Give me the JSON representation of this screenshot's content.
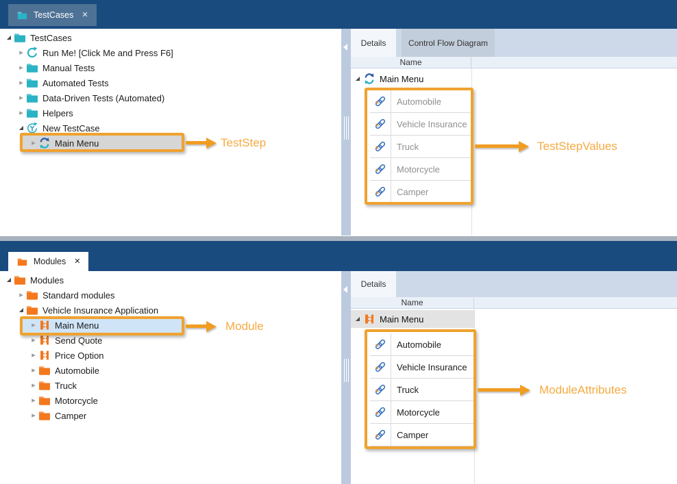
{
  "colors": {
    "title_bar": "#1A4B7F",
    "top_tab_bg": "#4E7296",
    "teal": "#2AB3C4",
    "orange": "#F4781E",
    "annotation": "#EFA230",
    "annotation_label": "#F6AA40",
    "selection_gray": "#D6D6D6",
    "selection_blue": "#CFE4F7",
    "link_blue": "#3A72BE"
  },
  "annotations": {
    "test_step": "TestStep",
    "test_step_values": "TestStepValues",
    "module": "Module",
    "module_attributes": "ModuleAttributes"
  },
  "top_window": {
    "tab": {
      "label": "TestCases",
      "icon": "folder-teal",
      "close_icon": "✕"
    },
    "tree": [
      {
        "label": "TestCases",
        "icon": "folder-teal",
        "indent": 0,
        "state": "expanded"
      },
      {
        "label": "Run Me! [Click Me and Press F6]",
        "icon": "run-circle-teal",
        "indent": 1,
        "state": "collapsed"
      },
      {
        "label": "Manual Tests",
        "icon": "folder-teal",
        "indent": 1,
        "state": "collapsed"
      },
      {
        "label": "Automated Tests",
        "icon": "folder-teal",
        "indent": 1,
        "state": "collapsed"
      },
      {
        "label": "Data-Driven Tests (Automated)",
        "icon": "folder-teal",
        "indent": 1,
        "state": "collapsed"
      },
      {
        "label": "Helpers",
        "icon": "folder-teal",
        "indent": 1,
        "state": "collapsed"
      },
      {
        "label": "New TestCase",
        "icon": "testcase-teal",
        "indent": 1,
        "state": "expanded"
      },
      {
        "label": "Main Menu",
        "icon": "refresh-dual",
        "indent": 2,
        "state": "collapsed",
        "selected": "gray"
      }
    ],
    "details": {
      "tabs": [
        {
          "label": "Details",
          "active": true
        },
        {
          "label": "Control Flow Diagram",
          "active": false
        }
      ],
      "column_header": "Name",
      "parent_row": {
        "label": "Main Menu",
        "icon": "refresh-dual"
      },
      "values": [
        {
          "label": "Automobile",
          "icon": "link-chain"
        },
        {
          "label": "Vehicle Insurance",
          "icon": "link-chain"
        },
        {
          "label": "Truck",
          "icon": "link-chain"
        },
        {
          "label": "Motorcycle",
          "icon": "link-chain"
        },
        {
          "label": "Camper",
          "icon": "link-chain"
        }
      ]
    }
  },
  "bottom_window": {
    "tab": {
      "label": "Modules",
      "icon": "folder-orange",
      "close_icon": "✕"
    },
    "tree": [
      {
        "label": "Modules",
        "icon": "folder-orange",
        "indent": 0,
        "state": "expanded"
      },
      {
        "label": "Standard modules",
        "icon": "folder-orange",
        "indent": 1,
        "state": "collapsed"
      },
      {
        "label": "Vehicle Insurance Application",
        "icon": "folder-orange",
        "indent": 1,
        "state": "expanded"
      },
      {
        "label": "Main Menu",
        "icon": "module-orange",
        "indent": 2,
        "state": "collapsed",
        "selected": "blue"
      },
      {
        "label": "Send Quote",
        "icon": "module-orange",
        "indent": 2,
        "state": "collapsed"
      },
      {
        "label": "Price Option",
        "icon": "module-orange",
        "indent": 2,
        "state": "collapsed"
      },
      {
        "label": "Automobile",
        "icon": "folder-orange",
        "indent": 2,
        "state": "collapsed"
      },
      {
        "label": "Truck",
        "icon": "folder-orange",
        "indent": 2,
        "state": "collapsed"
      },
      {
        "label": "Motorcycle",
        "icon": "folder-orange",
        "indent": 2,
        "state": "collapsed"
      },
      {
        "label": "Camper",
        "icon": "folder-orange",
        "indent": 2,
        "state": "collapsed"
      }
    ],
    "details": {
      "tabs": [
        {
          "label": "Details",
          "active": true
        }
      ],
      "column_header": "Name",
      "parent_row": {
        "label": "Main Menu",
        "icon": "module-orange"
      },
      "values": [
        {
          "label": "Automobile",
          "icon": "link-chain"
        },
        {
          "label": "Vehicle Insurance",
          "icon": "link-chain"
        },
        {
          "label": "Truck",
          "icon": "link-chain"
        },
        {
          "label": "Motorcycle",
          "icon": "link-chain"
        },
        {
          "label": "Camper",
          "icon": "link-chain"
        }
      ]
    }
  }
}
